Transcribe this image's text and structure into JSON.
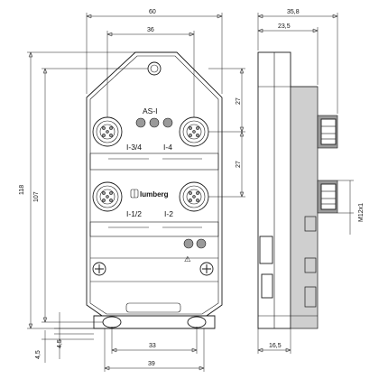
{
  "dimensions": {
    "overall_width": "60",
    "port_spacing_x": "36",
    "side_depth": "35,8",
    "side_depth_inner": "23,5",
    "overall_height": "118",
    "inner_height": "107",
    "port_spacing_y_top": "27",
    "port_spacing_y_bottom": "27",
    "offset_a": "4,5",
    "offset_b": "4,5",
    "mount_spacing": "33",
    "base_width": "39",
    "side_base": "16,5",
    "thread": "M12x1"
  },
  "labels": {
    "asi": "AS-I",
    "port_top_left": "I-3/4",
    "port_top_right": "I-4",
    "port_bottom_left": "I-1/2",
    "port_bottom_right": "I-2",
    "brand": "lumberg",
    "warning_symbol": "⚠"
  },
  "colors": {
    "body_fill": "#cfcfcf",
    "led_fill": "#8a8a8a",
    "line": "#1a1a1a"
  }
}
